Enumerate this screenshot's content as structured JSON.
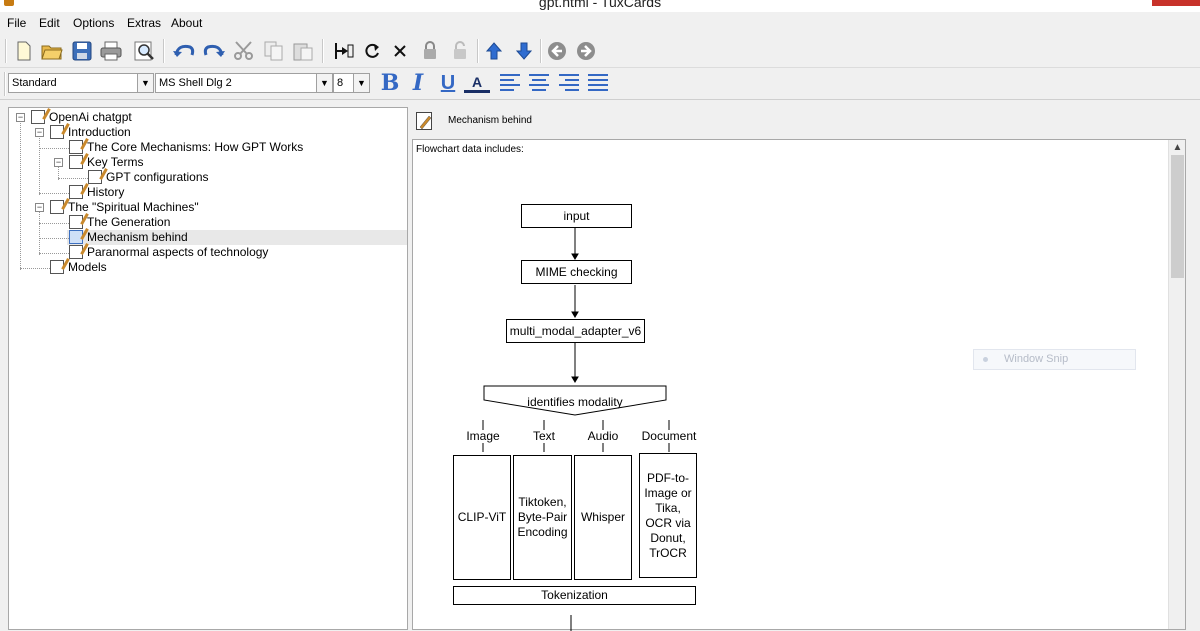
{
  "window": {
    "title": "gpt.html - TuxCards"
  },
  "menu": {
    "items": [
      "File",
      "Edit",
      "Options",
      "Extras",
      "About"
    ]
  },
  "toolbar": {
    "icons": [
      "new-file-icon",
      "open-folder-icon",
      "save-icon",
      "print-icon",
      "search-icon",
      "undo-icon",
      "redo-icon",
      "cut-icon",
      "copy-icon",
      "paste-icon",
      "move-entry-icon",
      "refresh-icon",
      "delete-icon",
      "lock-icon",
      "unlock-icon",
      "arrow-up-icon",
      "arrow-down-icon",
      "back-icon",
      "forward-icon"
    ]
  },
  "format_bar": {
    "style_value": "Standard",
    "font_value": "MS Shell Dlg 2",
    "size_value": "8",
    "bold": "B",
    "italic": "I",
    "underline": "U",
    "color": "A"
  },
  "tree": {
    "items": [
      {
        "label": "OpenAi chatgpt"
      },
      {
        "label": "Introduction"
      },
      {
        "label": "The Core Mechanisms: How GPT Works"
      },
      {
        "label": "Key Terms"
      },
      {
        "label": "GPT configurations"
      },
      {
        "label": "History"
      },
      {
        "label": "The \"Spiritual Machines\""
      },
      {
        "label": "The Generation"
      },
      {
        "label": "Mechanism behind"
      },
      {
        "label": "Paranormal aspects of technology"
      },
      {
        "label": "Models"
      }
    ],
    "selected": "Mechanism behind"
  },
  "content": {
    "header_title": "Mechanism behind",
    "intro": "Flowchart data includes:"
  },
  "flowchart": {
    "input": "input",
    "mime": "MIME checking",
    "adapter": "multi_modal_adapter_v6",
    "identifies": "identifies modality",
    "modalities": [
      "Image",
      "Text",
      "Audio",
      "Document"
    ],
    "processors": [
      "CLIP-ViT",
      "Tiktoken, Byte-Pair Encoding",
      "Whisper",
      "PDF-to-Image or Tika, OCR via Donut, TrOCR"
    ],
    "tokenization": "Tokenization"
  },
  "overlay": {
    "snip_label": "Window Snip"
  },
  "colors": {
    "accent": "#3468c4",
    "selection": "#e8e8e8"
  }
}
